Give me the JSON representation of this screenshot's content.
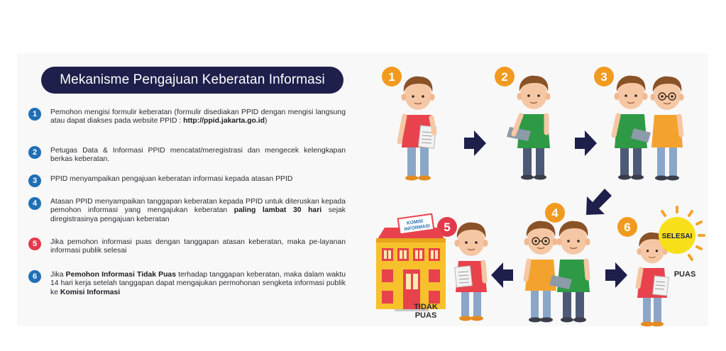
{
  "title": "Mekanisme Pengajuan Keberatan Informasi",
  "steps": [
    {
      "num": "1",
      "parts": [
        {
          "t": "Pemohon mengisi formulir keberatan (formulir disediakan PPID dengan mengisi langsung atau dapat diakses pada website PPID : ",
          "b": false
        },
        {
          "t": "http://ppid.jakarta.go.id",
          "b": true
        },
        {
          "t": ")",
          "b": false
        }
      ]
    },
    {
      "num": "2",
      "parts": [
        {
          "t": "Petugas Data & Informasi PPID mencatat/meregistrasi dan mengecek kelengkapan berkas keberatan.",
          "b": false
        }
      ]
    },
    {
      "num": "3",
      "parts": [
        {
          "t": "PPID menyampaikan pengajuan keberatan informasi kepada atasan PPID",
          "b": false
        }
      ]
    },
    {
      "num": "4",
      "parts": [
        {
          "t": "Atasan PPID menyampaikan tanggapan keberatan kepada PPID untuk diteruskan kepada pemohon informasi yang mengajukan keberatan ",
          "b": false
        },
        {
          "t": "paling lambat 30 hari",
          "b": true
        },
        {
          "t": " sejak diregistrasinya pengajuan keberatan",
          "b": false
        }
      ]
    },
    {
      "num": "5",
      "parts": [
        {
          "t": "Jika pemohon informasi puas dengan tanggapan atasan keberatan, maka pe-layanan informasi publik selesai",
          "b": false
        }
      ]
    },
    {
      "num": "6",
      "parts": [
        {
          "t": "Jika ",
          "b": false
        },
        {
          "t": "Pemohon Informasi Tidak Puas",
          "b": true
        },
        {
          "t": " terhadap tanggapan keberatan, maka dalam waktu 14 hari kerja setelah tanggapan dapat mengajukan permohonan sengketa informasi publik ke ",
          "b": false
        },
        {
          "t": "Komisi Informasi",
          "b": true
        }
      ]
    }
  ],
  "diagram": {
    "badges": [
      "1",
      "2",
      "3",
      "4",
      "5",
      "6"
    ],
    "building_sign": "KOMISI INFORMASI",
    "selesai": "SELESAI",
    "puas": "PUAS",
    "tidak_puas": "TIDAK PUAS"
  },
  "colors": {
    "navy": "#1e1f4b",
    "step_blue": "#1f6fb5",
    "step_red": "#e23a4c",
    "badge_orange": "#f29a1f",
    "badge_red": "#e23a4c",
    "selesai_yellow": "#f7e01a",
    "shirt_green": "#2e9a46",
    "shirt_orange": "#f3a32d",
    "shirt_red": "#e8424c"
  }
}
